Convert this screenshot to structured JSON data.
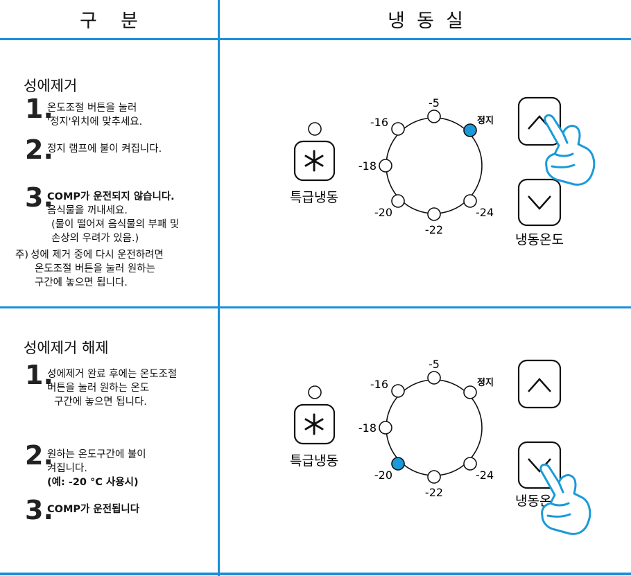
{
  "header": {
    "col1": "구    분",
    "col2": "냉  동  실"
  },
  "colors": {
    "accent": "#1a8fd8",
    "lamp_on": "#1a9ad9"
  },
  "section1": {
    "title": "성에제거",
    "steps": [
      {
        "num": "1.",
        "lines": [
          "온도조절 버튼을 눌러",
          "'정지'위치에 맞추세요."
        ]
      },
      {
        "num": "2.",
        "lines": [
          "정지 램프에 불이 켜집니다."
        ]
      },
      {
        "num": "3.",
        "lines": [
          "COMP가 운전되지 않습니다.",
          "음식물을 꺼내세요.",
          "(물이 떨어져 음식물의 부패 및",
          "손상의 우려가 있음.)"
        ]
      }
    ],
    "note_lead": "주)",
    "note_lines": [
      "성에 제거 중에 다시 운전하려면",
      "온도조절 버튼을 눌러 원하는",
      "구간에 놓으면 됩니다."
    ],
    "panel": {
      "special_label": "특급냉동",
      "temp_labels": [
        "-5",
        "-16",
        "-18",
        "-20",
        "-22",
        "-24"
      ],
      "stop_label": "정지",
      "temp_button_label": "냉동온도",
      "lit_lamp": "정지"
    }
  },
  "section2": {
    "title": "성에제거 해제",
    "steps": [
      {
        "num": "1.",
        "lines": [
          "성에제거 완료 후에는 온도조절",
          "버튼을 눌러 원하는 온도",
          "구간에 놓으면 됩니다."
        ]
      },
      {
        "num": "2.",
        "lines": [
          "원하는 온도구간에 불이",
          "켜집니다.",
          "(예: -20 °C 사용시)"
        ]
      },
      {
        "num": "3.",
        "lines": [
          "COMP가 운전됩니다"
        ]
      }
    ],
    "panel": {
      "special_label": "특급냉동",
      "temp_labels": [
        "-5",
        "-16",
        "-18",
        "-20",
        "-22",
        "-24"
      ],
      "stop_label": "정지",
      "temp_button_label": "냉동온도",
      "lit_lamp": "-20"
    }
  }
}
